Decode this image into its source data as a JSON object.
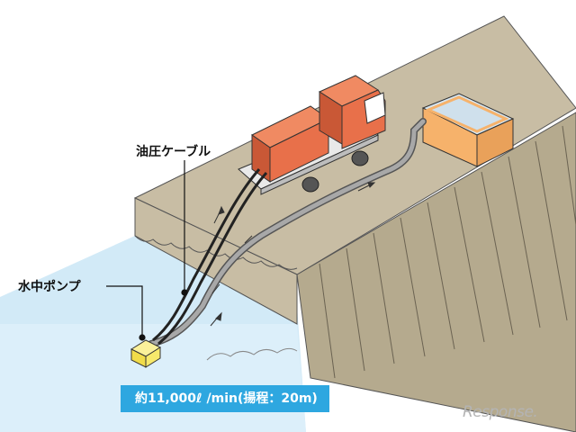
{
  "labels": {
    "hydraulic_cable": "油圧ケーブル",
    "submersible_pump": "水中ポンプ",
    "flow_rate": "約11,000ℓ /min(揚程：20m)"
  },
  "watermark": "Response.",
  "colors": {
    "ground_top": "#c8bda4",
    "ground_side": "#b5aa8e",
    "water": "#d2eaf7",
    "truck": "#e8704a",
    "truck_dark": "#c95836",
    "tank_rim": "#f6b26b",
    "tank_water": "#d6e6f1",
    "pipe": "#9e9e9e",
    "cable": "#222222",
    "pump": "#f7e96b",
    "banner": "#2ea7e0"
  }
}
